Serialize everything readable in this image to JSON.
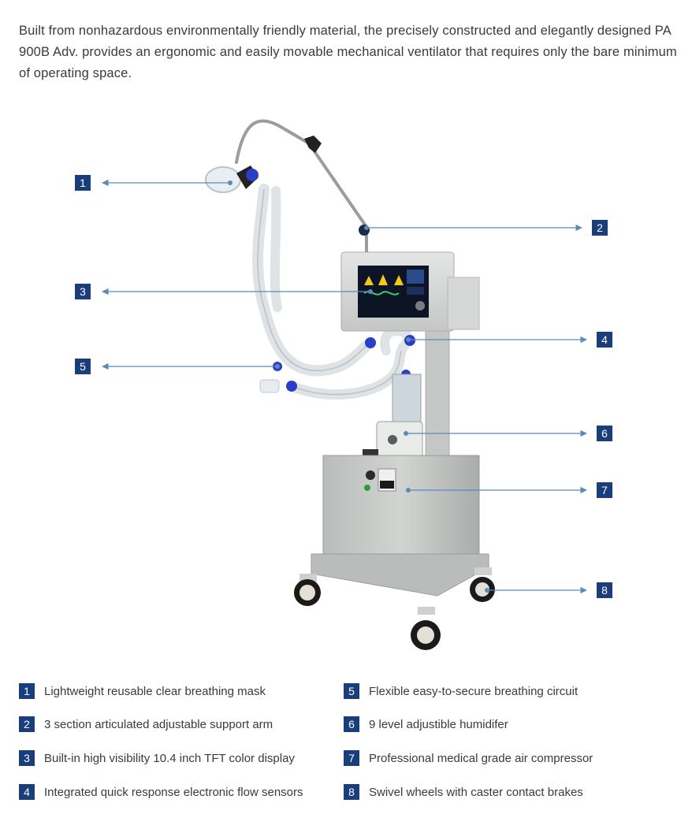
{
  "intro": "Built from nonhazardous environmentally friendly material, the precisely constructed and elegantly designed PA 900B Adv. provides an ergonomic and easily movable mechanical ventilator that requires only the bare minimum of operating space.",
  "callouts": [
    "1",
    "2",
    "3",
    "4",
    "5",
    "6",
    "7",
    "8"
  ],
  "legend": [
    {
      "num": "1",
      "text": "Lightweight reusable clear breathing mask"
    },
    {
      "num": "2",
      "text": "3 section articulated adjustable support arm"
    },
    {
      "num": "3",
      "text": "Built-in high visibility 10.4 inch TFT color display"
    },
    {
      "num": "4",
      "text": "Integrated quick response electronic flow sensors"
    },
    {
      "num": "5",
      "text": "Flexible easy-to-secure breathing circuit"
    },
    {
      "num": "6",
      "text": "9 level adjustible humidifer"
    },
    {
      "num": "7",
      "text": "Professional medical grade air compressor"
    },
    {
      "num": "8",
      "text": "Swivel wheels with caster contact brakes"
    }
  ],
  "colors": {
    "badge": "#1a3d7c",
    "arrow": "#5b8ab8",
    "tube_connector": "#2a3ec8"
  }
}
